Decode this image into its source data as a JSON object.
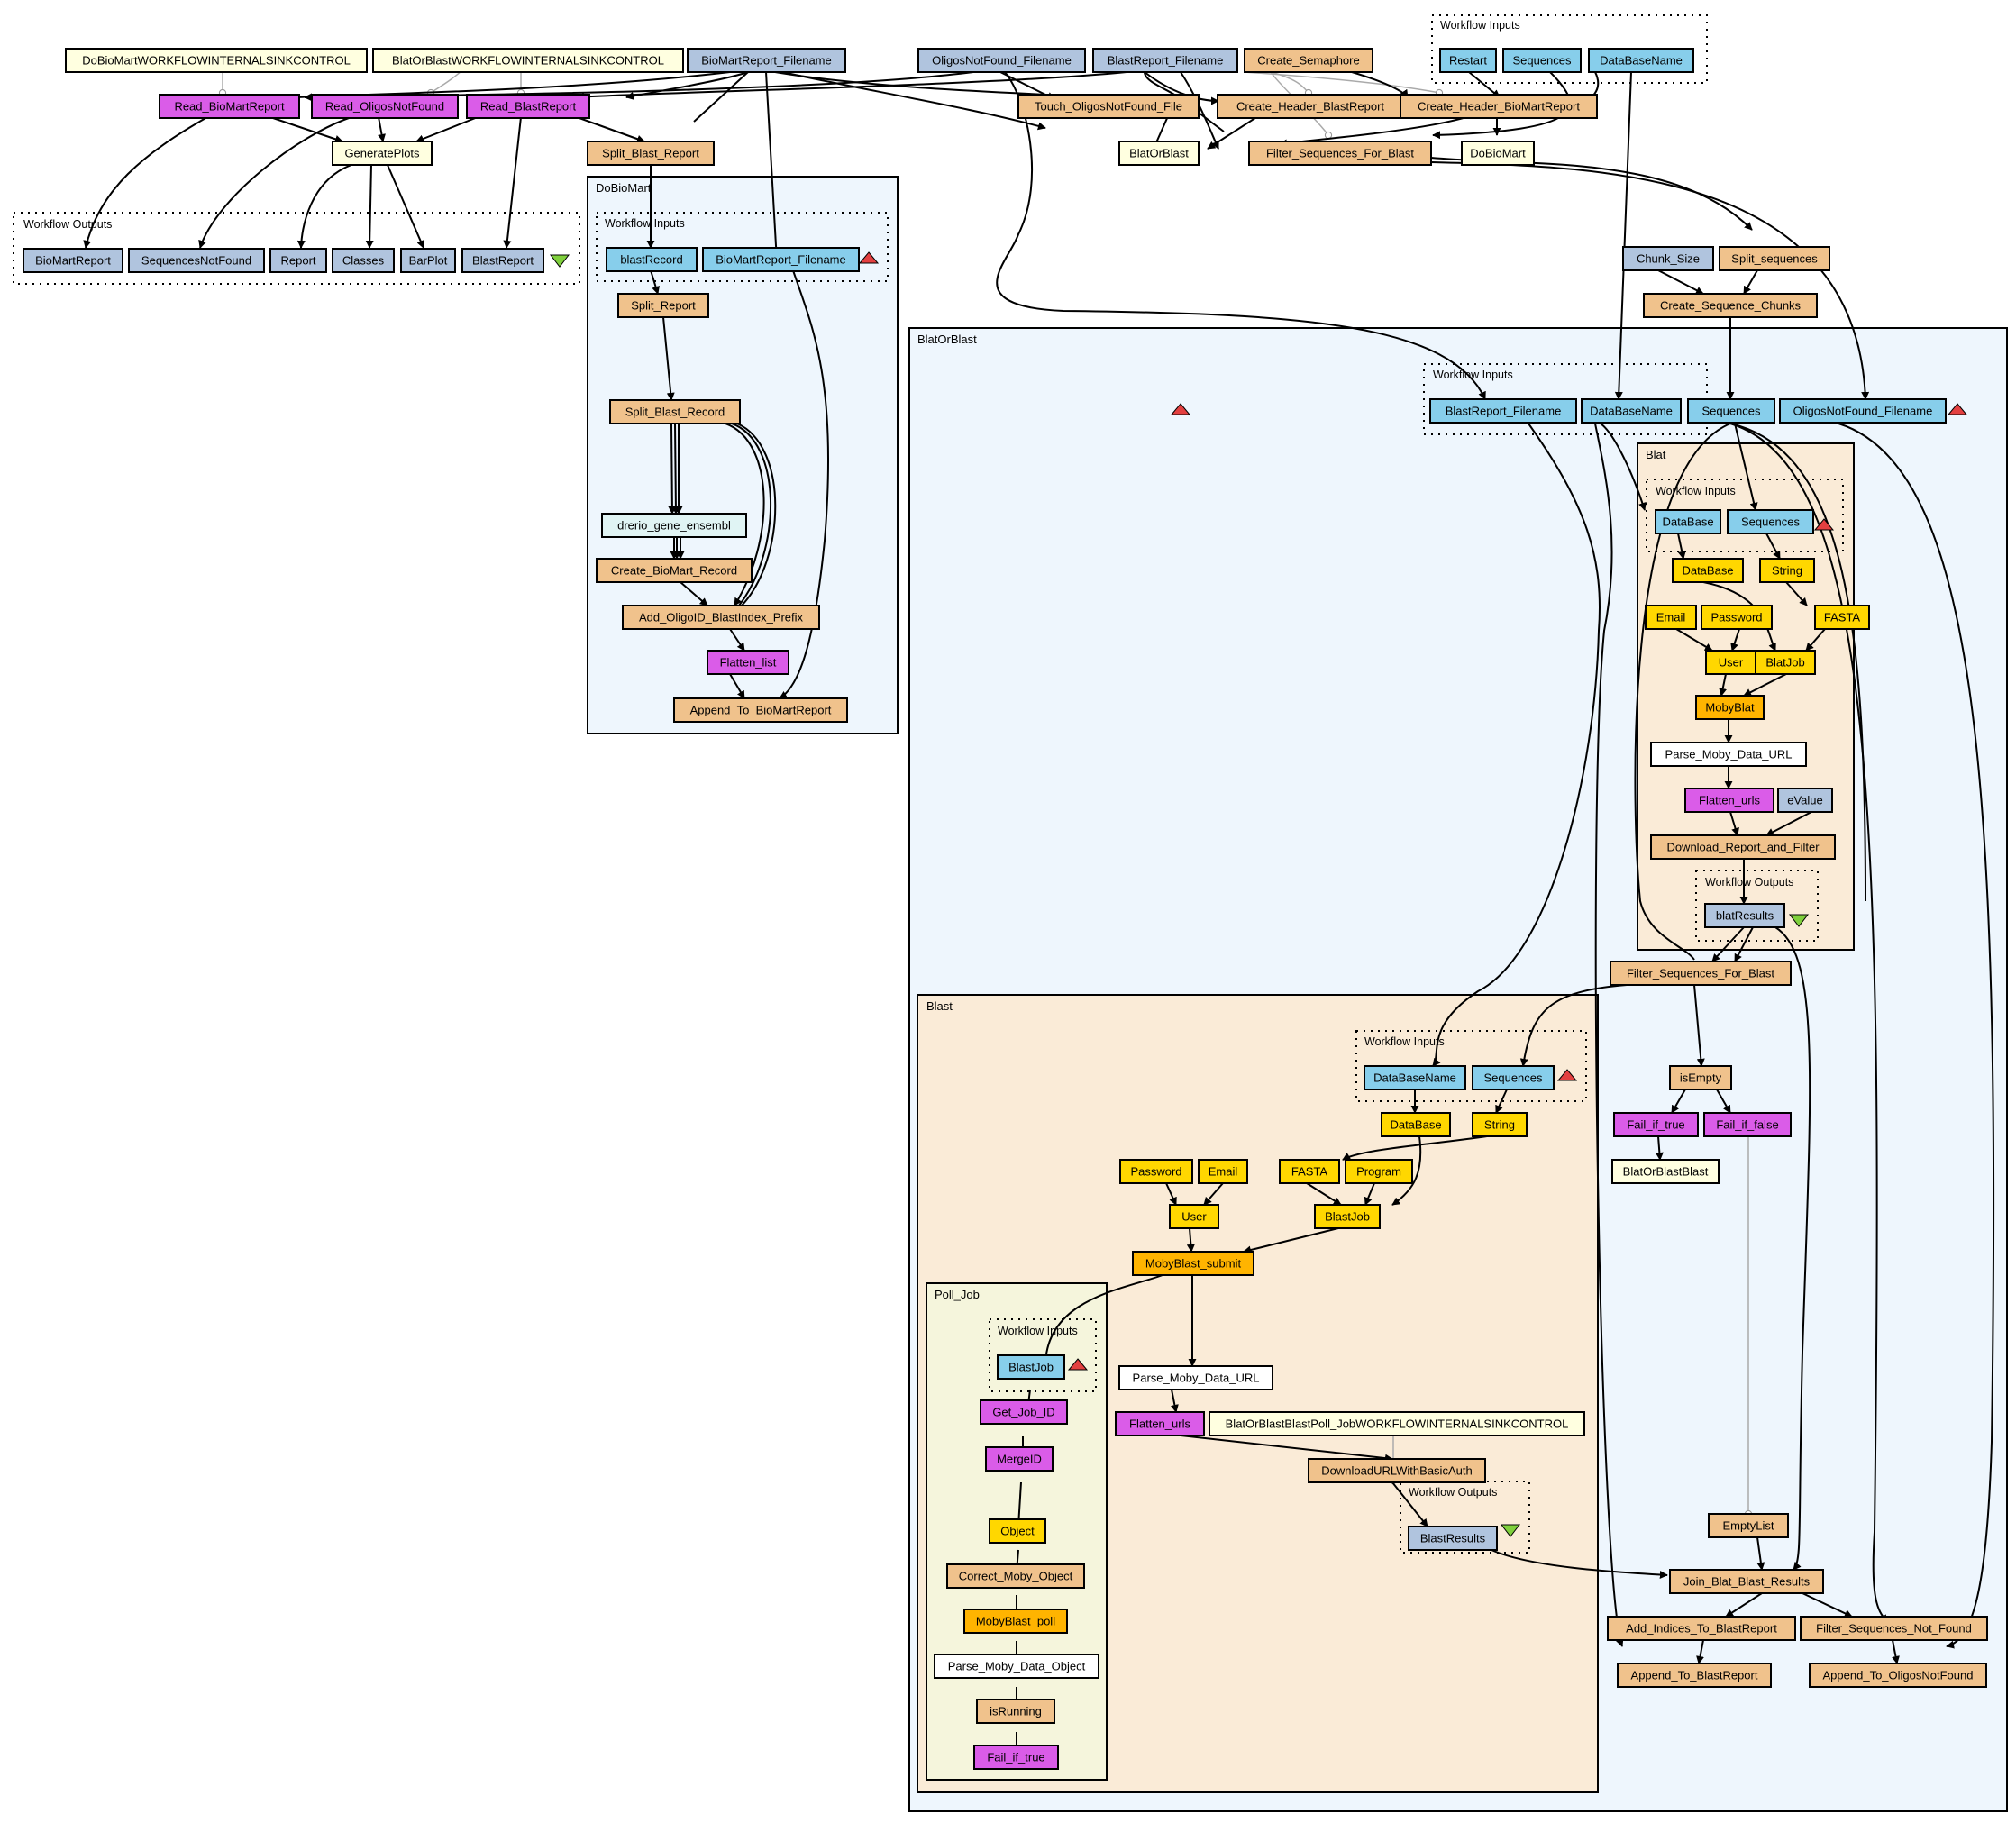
{
  "workflow": {
    "top_inputs_label": "Workflow Inputs",
    "top_outputs_label": "Workflow Outputs",
    "nodes": {
      "ctl_dobiomart": "DoBioMartWORKFLOWINTERNALSINKCONTROL",
      "ctl_blatorblast": "BlatOrBlastWORKFLOWINTERNALSINKCONTROL",
      "biomart_report_filename": "BioMartReport_Filename",
      "oligos_not_found_filename": "OligosNotFound_Filename",
      "blast_report_filename": "BlastReport_Filename",
      "create_semaphore": "Create_Semaphore",
      "in_restart": "Restart",
      "in_sequences": "Sequences",
      "in_database_name": "DataBaseName",
      "read_biomart_report": "Read_BioMartReport",
      "read_oligos_not_found": "Read_OligosNotFound",
      "read_blast_report": "Read_BlastReport",
      "touch_oligos_not_found": "Touch_OligosNotFound_File",
      "create_header_blast": "Create_Header_BlastReport",
      "create_header_biomart": "Create_Header_BioMartReport",
      "generate_plots": "GeneratePlots",
      "split_blast_report": "Split_Blast_Report",
      "blatorblast_node": "BlatOrBlast",
      "filter_sequences_top": "Filter_Sequences_For_Blast",
      "dobiomart_node": "DoBioMart",
      "out_biomart_report": "BioMartReport",
      "out_sequences_not_found": "SequencesNotFound",
      "out_report": "Report",
      "out_classes": "Classes",
      "out_barplot": "BarPlot",
      "out_blast_report": "BlastReport",
      "chunk_size": "Chunk_Size",
      "split_sequences": "Split_sequences",
      "create_sequence_chunks": "Create_Sequence_Chunks"
    },
    "dobiomart": {
      "title": "DoBioMart",
      "inputs_label": "Workflow Inputs",
      "in_blast_record": "blastRecord",
      "in_biomart_report_filename": "BioMartReport_Filename",
      "split_report": "Split_Report",
      "split_blast_record": "Split_Blast_Record",
      "drerio_gene_ensembl": "drerio_gene_ensembl",
      "create_biomart_record": "Create_BioMart_Record",
      "add_oligo_id": "Add_OligoID_BlastIndex_Prefix",
      "flatten_list": "Flatten_list",
      "append_to_biomart_report": "Append_To_BioMartReport"
    },
    "blatorblast": {
      "title": "BlatOrBlast",
      "inputs_label": "Workflow Inputs",
      "in_blast_report_filename": "BlastReport_Filename",
      "in_database_name": "DataBaseName",
      "in_sequences": "Sequences",
      "in_oligos_not_found_filename": "OligosNotFound_Filename",
      "filter_sequences_for_blast": "Filter_Sequences_For_Blast",
      "is_empty": "isEmpty",
      "fail_if_true": "Fail_if_true",
      "fail_if_false": "Fail_if_false",
      "blatorblastblast": "BlatOrBlastBlast",
      "empty_list": "EmptyList",
      "join_blat_blast_results": "Join_Blat_Blast_Results",
      "add_indices_to_blast_report": "Add_Indices_To_BlastReport",
      "filter_sequences_not_found": "Filter_Sequences_Not_Found",
      "append_to_blast_report": "Append_To_BlastReport",
      "append_to_oligos_not_found": "Append_To_OligosNotFound"
    },
    "blat": {
      "title": "Blat",
      "inputs_label": "Workflow Inputs",
      "outputs_label": "Workflow Outputs",
      "in_database": "DataBase",
      "in_sequences": "Sequences",
      "database": "DataBase",
      "string": "String",
      "email": "Email",
      "password": "Password",
      "fasta": "FASTA",
      "user": "User",
      "blat_job": "BlatJob",
      "moby_blat": "MobyBlat",
      "parse_moby_data_url": "Parse_Moby_Data_URL",
      "flatten_urls": "Flatten_urls",
      "evalue": "eValue",
      "download_report_and_filter": "Download_Report_and_Filter",
      "out_blat_results": "blatResults"
    },
    "blast": {
      "title": "Blast",
      "inputs_label": "Workflow Inputs",
      "outputs_label": "Workflow Outputs",
      "in_database_name": "DataBaseName",
      "in_sequences": "Sequences",
      "database": "DataBase",
      "string": "String",
      "password": "Password",
      "email": "Email",
      "fasta": "FASTA",
      "program": "Program",
      "user": "User",
      "blast_job": "BlastJob",
      "moby_blast_submit": "MobyBlast_submit",
      "parse_moby_data_url": "Parse_Moby_Data_URL",
      "flatten_urls": "Flatten_urls",
      "ctl_poll": "BlatOrBlastBlastPoll_JobWORKFLOWINTERNALSINKCONTROL",
      "download_url_basic_auth": "DownloadURLWithBasicAuth",
      "out_blast_results": "BlastResults"
    },
    "poll_job": {
      "title": "Poll_Job",
      "inputs_label": "Workflow Inputs",
      "in_blast_job": "BlastJob",
      "get_job_id": "Get_Job_ID",
      "merge_id": "MergeID",
      "object": "Object",
      "correct_moby_object": "Correct_Moby_Object",
      "moby_blast_poll": "MobyBlast_poll",
      "parse_moby_data_object": "Parse_Moby_Data_Object",
      "is_running": "isRunning",
      "fail_if_true": "Fail_if_true"
    }
  },
  "colors": {
    "input_blue": "#87ceeb",
    "steel_blue": "#b0c4de",
    "magenta": "#da5ce8",
    "tan": "#f0c28c",
    "yellow": "#ffd700",
    "orange_service": "#ffb400",
    "light_yellow": "#ffffe0",
    "light_cyan": "#e0f4f4",
    "cluster_blue_bg": "#eef6fd",
    "cluster_tan_bg": "#faebd7",
    "cluster_beige_bg": "#f5f5dc",
    "input_marker": "#e34040",
    "output_marker": "#7fd03c"
  }
}
